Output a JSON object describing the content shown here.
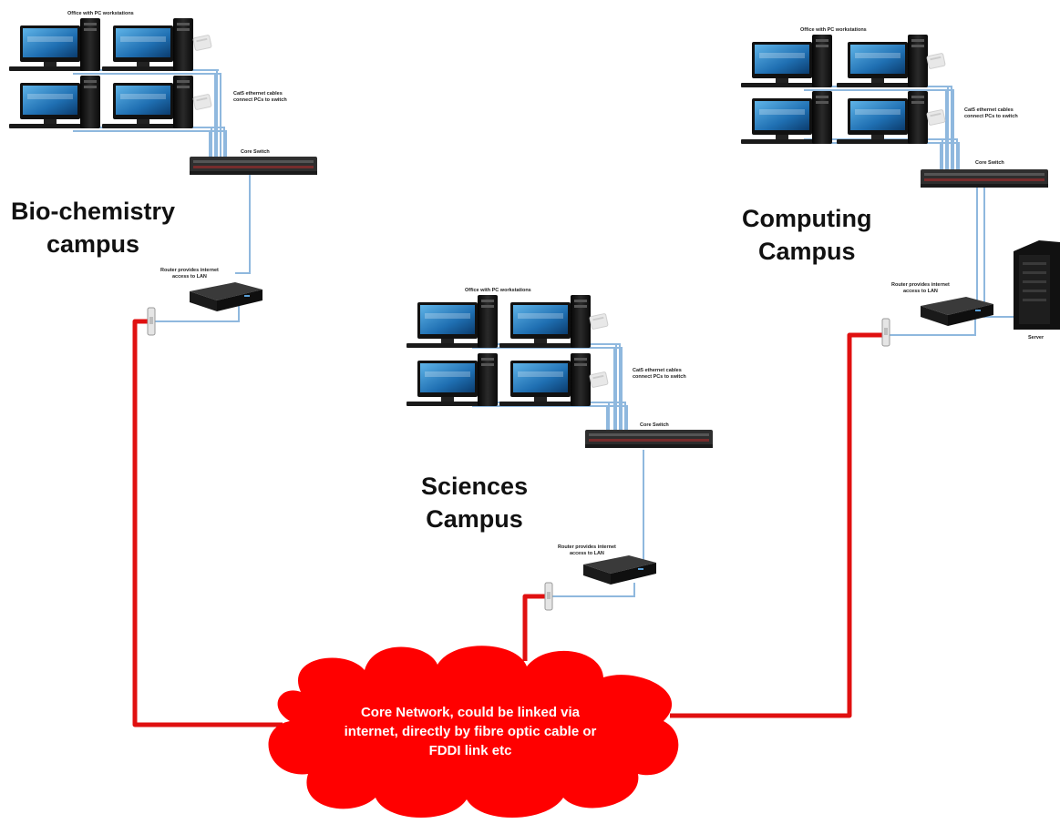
{
  "campuses": {
    "biochem": {
      "name_line1": "Bio-chemistry",
      "name_line2": "campus",
      "office_label": "Office with PC workstations",
      "cable_label_line1": "Cat5 ethernet cables",
      "cable_label_line2": "connect PCs to switch",
      "switch_label": "Core Switch",
      "router_label_line1": "Router provides internet",
      "router_label_line2": "access to LAN"
    },
    "computing": {
      "name_line1": "Computing",
      "name_line2": "Campus",
      "office_label": "Office with PC workstations",
      "cable_label_line1": "Cat5 ethernet cables",
      "cable_label_line2": "connect PCs to switch",
      "switch_label": "Core Switch",
      "router_label_line1": "Router provides internet",
      "router_label_line2": "access to LAN",
      "server_label": "Server"
    },
    "sciences": {
      "name_line1": "Sciences",
      "name_line2": "Campus",
      "office_label": "Office with PC workstations",
      "cable_label_line1": "Cat5 ethernet cables",
      "cable_label_line2": "connect PCs to switch",
      "switch_label": "Core Switch",
      "router_label_line1": "Router provides internet",
      "router_label_line2": "access to LAN"
    }
  },
  "core_network": {
    "line1": "Core Network, could be linked via",
    "line2": "internet, directly by fibre optic cable or",
    "line3": "FDDI link etc"
  },
  "colors": {
    "wan_link": "#e01010",
    "lan_cable": "#8fb8de",
    "cloud": "#ff0000",
    "screen": "#1f6fb2"
  }
}
